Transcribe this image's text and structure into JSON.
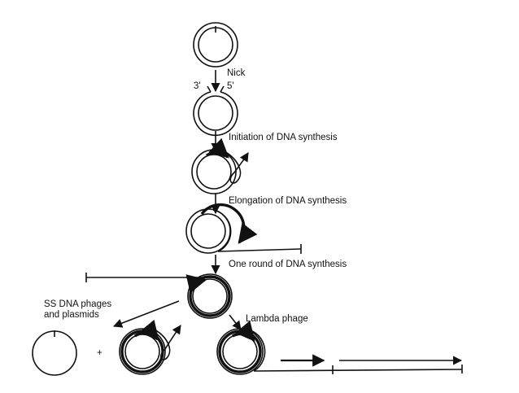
{
  "labels": {
    "nick": "Nick",
    "three_prime": "3'",
    "five_prime": "5'",
    "initiation": "Initiation of DNA synthesis",
    "elongation": "Elongation of DNA synthesis",
    "one_round": "One round of DNA synthesis",
    "ss_line1": "SS DNA phages",
    "ss_line2": "and plasmids",
    "lambda": "Lambda phage",
    "plus": "+"
  },
  "colors": {
    "ink": "#111111",
    "background": "#ffffff"
  }
}
